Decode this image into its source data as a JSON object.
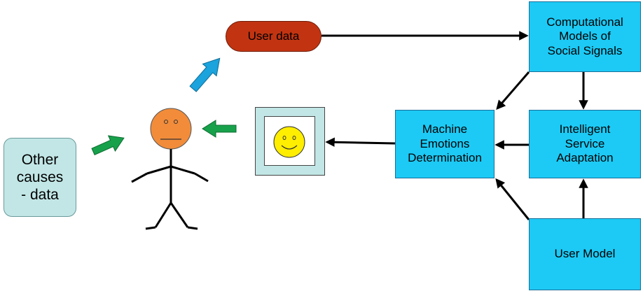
{
  "nodes": {
    "other_causes": "Other\ncauses\n- data",
    "user_data": "User data",
    "computational_models": "Computational\nModels  of\nSocial Signals",
    "intelligent_service": "Intelligent\nService\nAdaptation",
    "machine_emotions": "Machine\nEmotions\nDetermination",
    "user_model": "User Model"
  },
  "colors": {
    "cyan_box": "#1ccaf5",
    "light_teal_box": "#c2e6e6",
    "user_data_pill": "#c23411",
    "face_orange": "#f28c3a",
    "smiley_yellow": "#ffee00",
    "arrow_green": "#17a14b",
    "arrow_blue": "#1aa3dd",
    "connector": "#000000"
  },
  "icons": {
    "person": "stick-figure-neutral-face",
    "screen": "framed-smiley-face"
  }
}
